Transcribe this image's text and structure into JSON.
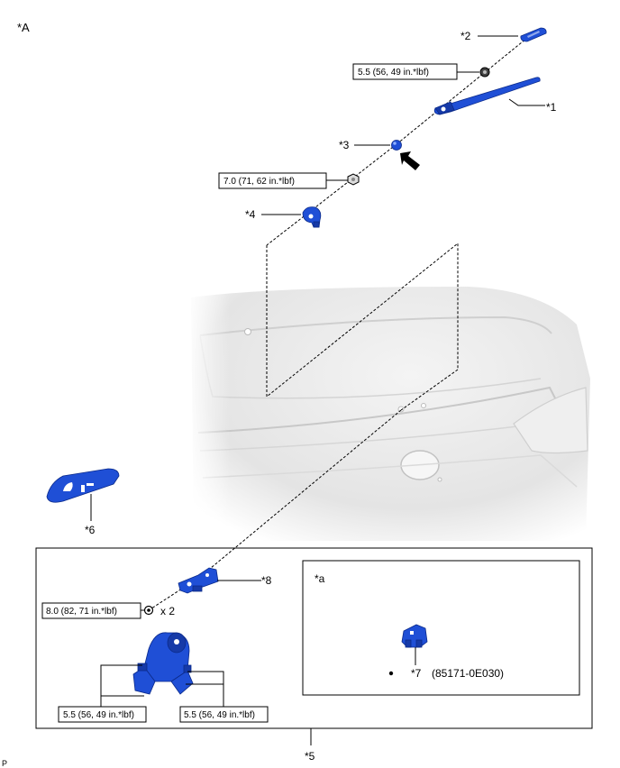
{
  "diagram": {
    "view_label": "*A",
    "corner_code": "P",
    "parts": {
      "p1": "*1",
      "p2": "*2",
      "p3": "*3",
      "p4": "*4",
      "p5": "*5",
      "p6": "*6",
      "p7": "*7",
      "p8": "*8"
    },
    "detail_label": "*a",
    "part_number_7": "(85171-0E030)",
    "quantity_8nm": "x 2",
    "torques": {
      "t_5_5": "5.5 (56, 49 in.*lbf)",
      "t_7_0": "7.0 (71, 62 in.*lbf)",
      "t_8_0": "8.0 (82, 71 in.*lbf)"
    },
    "colors": {
      "part_blue": "#1f4fd6",
      "part_outline": "#0b2a8a",
      "car_gray": "#e9e9e9"
    }
  }
}
